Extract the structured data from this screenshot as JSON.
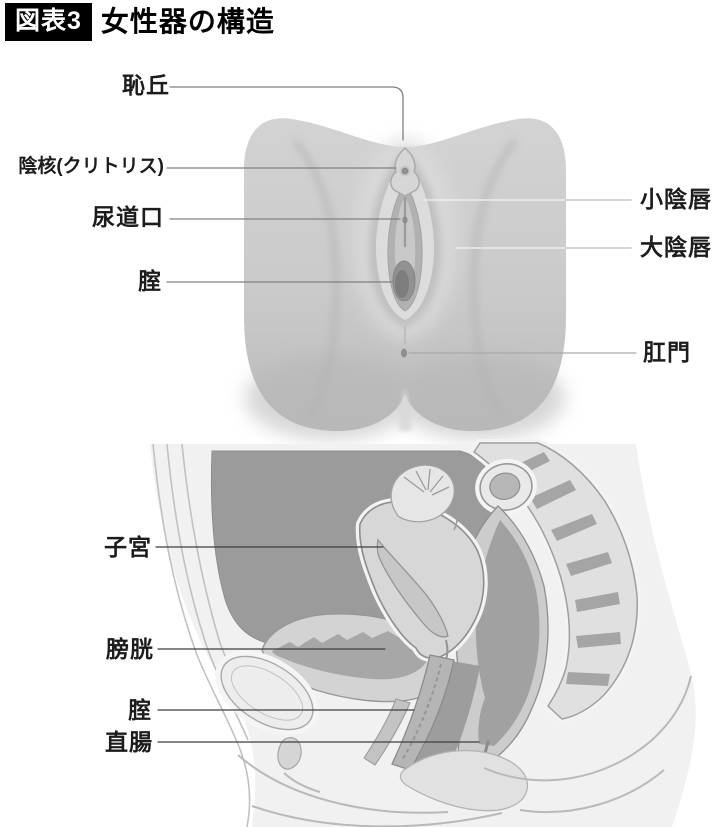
{
  "header": {
    "tag": "図表3",
    "title": "女性器の構造"
  },
  "external_view": {
    "labels": {
      "mons_pubis": "恥丘",
      "clitoris": "陰核(クリトリス)",
      "urethral_opening": "尿道口",
      "vagina": "腟",
      "labia_minora": "小陰唇",
      "labia_majora": "大陰唇",
      "anus": "肛門"
    }
  },
  "cross_section": {
    "labels": {
      "uterus": "子宮",
      "bladder": "膀胱",
      "vagina": "腟",
      "rectum": "直腸"
    }
  },
  "colors": {
    "figure_tag_bg": "#000000",
    "figure_tag_text": "#ffffff",
    "body_gray": "#cbcbcb",
    "cavity_gray": "#9b9b9b",
    "organ_light_gray": "#d7d7d7",
    "leader_dark": "#3f3f3f",
    "leader_mid": "#808080",
    "leader_light": "#c6c6c6"
  }
}
